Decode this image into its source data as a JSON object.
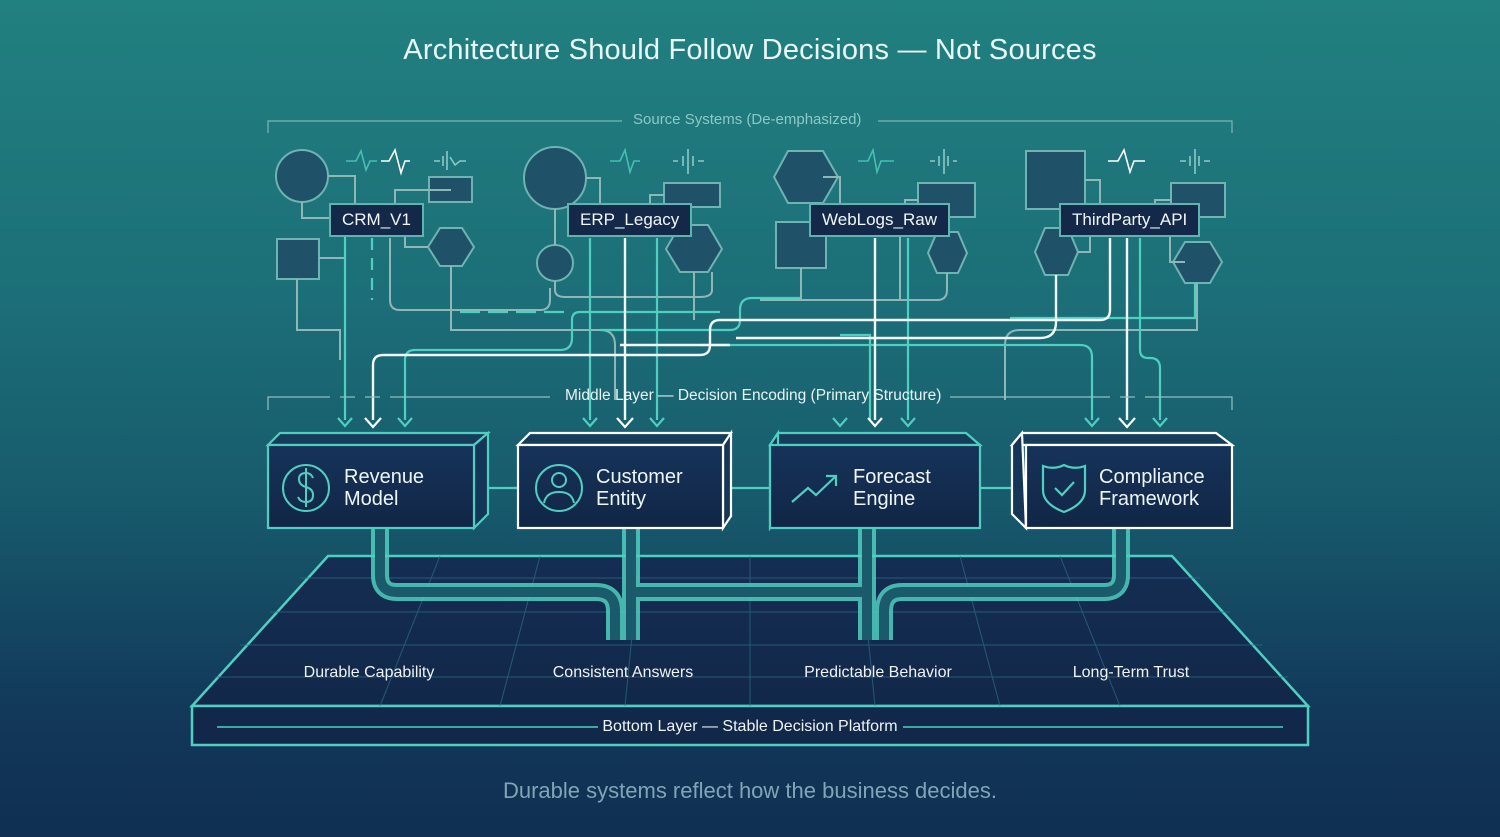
{
  "title": "Architecture Should Follow Decisions — Not Sources",
  "source_section": {
    "label": "Source Systems (De-emphasized)",
    "systems": [
      {
        "name": "CRM_V1"
      },
      {
        "name": "ERP_Legacy"
      },
      {
        "name": "WebLogs_Raw"
      },
      {
        "name": "ThirdParty_API"
      }
    ]
  },
  "middle_section": {
    "label": "Middle Layer — Decision Encoding (Primary Structure)",
    "nodes": [
      {
        "line1": "Revenue",
        "line2": "Model",
        "icon": "dollar-icon",
        "highlight": false
      },
      {
        "line1": "Customer",
        "line2": "Entity",
        "icon": "user-icon",
        "highlight": true
      },
      {
        "line1": "Forecast",
        "line2": "Engine",
        "icon": "trend-up-icon",
        "highlight": false
      },
      {
        "line1": "Compliance",
        "line2": "Framework",
        "icon": "shield-check-icon",
        "highlight": true
      }
    ]
  },
  "bottom_section": {
    "label": "Bottom Layer — Stable Decision Platform",
    "benefits": [
      "Durable Capability",
      "Consistent Answers",
      "Predictable Behavior",
      "Long-Term Trust"
    ]
  },
  "footer": "Durable systems reflect how the business decides.",
  "colors": {
    "accent": "#4fd1c0",
    "highlight": "#ffffff",
    "node_fill": "#14294a",
    "background_top": "#218080",
    "background_bottom": "#102f52"
  }
}
